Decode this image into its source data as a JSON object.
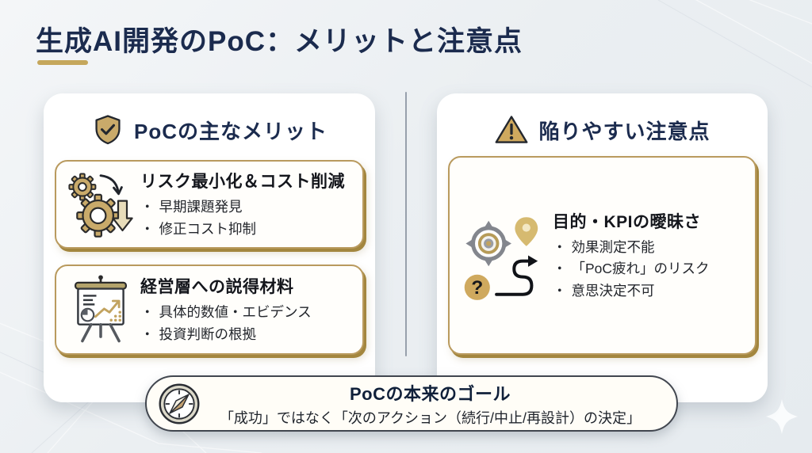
{
  "slide": {
    "title": "生成AI開発のPoC：メリットと注意点",
    "bullet_char": "・"
  },
  "colors": {
    "accent_gold": "#c5a75c",
    "navy": "#1b2b4e",
    "icon_tan": "#c9aa6a",
    "card_border_gold": "#b99a5e",
    "card_shadow_gold": "#a3863e",
    "background": "#ebeff2",
    "panel_white": "#ffffff"
  },
  "left_panel": {
    "header": "PoCの主なメリット",
    "header_icon": "shield-check-icon",
    "cards": [
      {
        "icon": "gears-cost-down-icon",
        "title": "リスク最小化＆コスト削減",
        "bullets": [
          "早期課題発見",
          "修正コスト抑制"
        ]
      },
      {
        "icon": "presentation-chart-icon",
        "title": "経営層への説得材料",
        "bullets": [
          "具体的数値・エビデンス",
          "投資判断の根拠"
        ]
      }
    ]
  },
  "right_panel": {
    "header": "陥りやすい注意点",
    "header_icon": "warning-triangle-icon",
    "cards": [
      {
        "icon": "target-question-route-icon",
        "title": "目的・KPIの曖昧さ",
        "bullets": [
          "効果測定不能",
          "「PoC疲れ」のリスク",
          "意思決定不可"
        ]
      }
    ]
  },
  "footer": {
    "icon": "compass-icon",
    "title": "PoCの本来のゴール",
    "subtitle": "「成功」ではなく「次のアクション（続行/中止/再設計）の決定」"
  }
}
